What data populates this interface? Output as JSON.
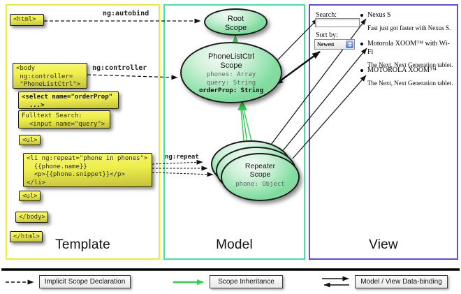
{
  "panels": {
    "template": "Template",
    "model": "Model",
    "view": "View"
  },
  "labels": {
    "autobind": "ng:autobind",
    "controller": "ng:controller",
    "repeat": "ng:repeat"
  },
  "code": {
    "html_open": "<html>",
    "body_open": [
      "<body",
      " ng:controller=",
      " \"PhoneListCtrl\">"
    ],
    "select": [
      "<select name=\"orderProp\"",
      "  ...>"
    ],
    "fulltext": [
      "Fulltext Search:",
      "  <input name=\"query\">"
    ],
    "ul_open": "<ul>",
    "li": [
      "<li ng:repeat=\"phone in phones\">",
      "  {{phone.name}}",
      "  <p>{{phone.snippet}}</p>",
      "</li>"
    ],
    "ul_close": "<ul>",
    "body_close": "</body>",
    "html_close": "</html>"
  },
  "scopes": {
    "root": {
      "line1": "Root",
      "line2": "Scope"
    },
    "phonelist": {
      "line1": "PhoneListCtrl",
      "line2": "Scope",
      "prop1": "phones: Array",
      "prop2": "query: String",
      "prop3": "orderProp: String"
    },
    "repeater": {
      "line1": "Repeater",
      "line2": "Scope",
      "prop1": "phone: Object"
    }
  },
  "view": {
    "search_label": "Search:",
    "sort_label": "Sort by:",
    "sort_value": "Newest",
    "items": [
      {
        "name": "Nexus S",
        "desc": "Fast just got faster with Nexus S."
      },
      {
        "name": "Motorola XOOM™ with Wi-Fi",
        "desc": "The Next, Next Generation tablet."
      },
      {
        "name": "MOTOROLA XOOM™",
        "desc": "The Next, Next Generation tablet."
      }
    ]
  },
  "legend": {
    "items": [
      {
        "label": "Implicit Scope Declaration"
      },
      {
        "label": "Scope Inheritance"
      },
      {
        "label": "Model / View Data-binding"
      }
    ]
  },
  "colors": {
    "template_border": "#f0ee2c",
    "model_border": "#3fe89f",
    "view_border": "#5b4ee0",
    "scope_green": "#7fdd9e",
    "arrow_green": "#2fd14d"
  }
}
